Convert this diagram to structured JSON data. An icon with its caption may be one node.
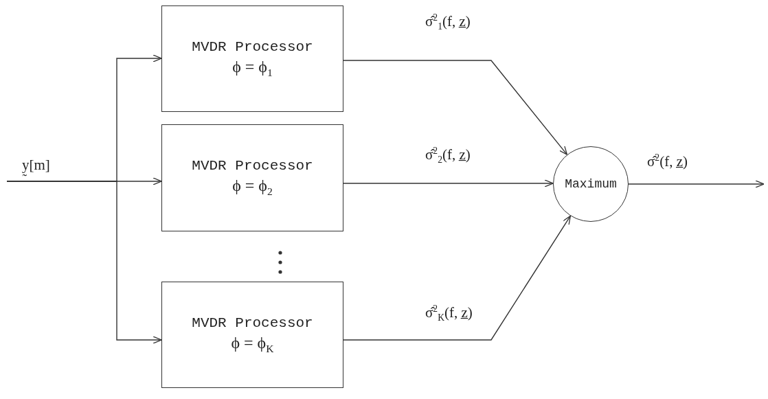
{
  "diagram": {
    "nodes": [
      {
        "text": [
          "MVDR Processor",
          "ϕ = ϕ$_{1}$"
        ]
      },
      {
        "text": [
          "MVDR Processor",
          "ϕ = ϕ$_{2}$"
        ]
      },
      {
        "text": [
          "MVDR Processor",
          "ϕ = ϕ$_{K}$"
        ]
      },
      {
        "text": [
          "Maximum"
        ]
      }
    ],
    "edges": [
      {
        "from": null,
        "to": 0,
        "arrow": "to"
      },
      {
        "from": null,
        "to": 1,
        "arrow": "to",
        "label": "y̰[m]"
      },
      {
        "from": null,
        "to": 2,
        "arrow": "to"
      },
      {
        "from": 0,
        "to": 3,
        "arrow": "to",
        "label": "σ̂$^{2}$$_{1}$(f, z̲)"
      },
      {
        "from": 1,
        "to": 3,
        "arrow": "to",
        "label": "σ̂$^{2}$$_{2}$(f, z̲)"
      },
      {
        "from": 2,
        "to": 3,
        "arrow": "to",
        "label": "σ̂$^{2}$$_{K}$(f, z̲)"
      },
      {
        "from": 3,
        "to": null,
        "arrow": "to",
        "label": "σ̂$^{2}$(f, z̲)"
      }
    ]
  }
}
